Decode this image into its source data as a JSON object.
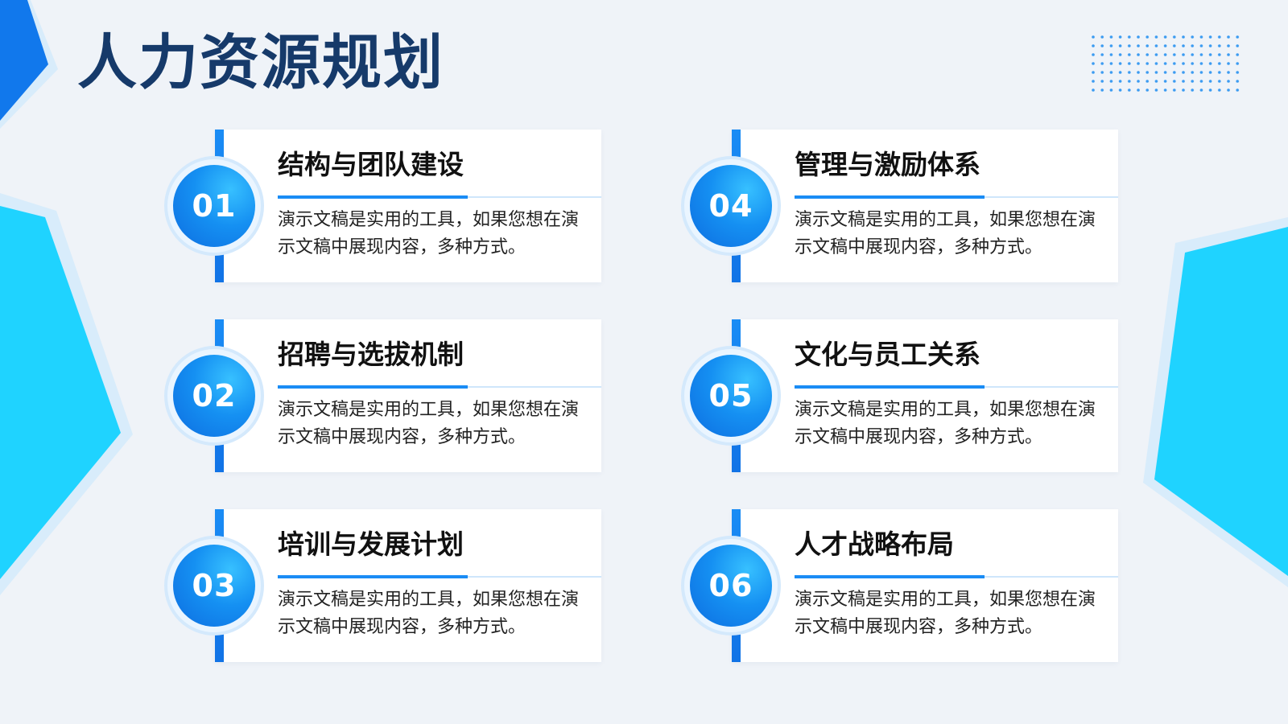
{
  "page": {
    "title": "人力资源规划",
    "colors": {
      "title": "#163a6a",
      "accent": "#1a8cf5",
      "cyan": "#1fd3ff",
      "background": "#eff3f8"
    }
  },
  "items": [
    {
      "number": "01",
      "title": "结构与团队建设",
      "description": "演示文稿是实用的工具，如果您想在演示文稿中展现内容，多种方式。"
    },
    {
      "number": "02",
      "title": "招聘与选拔机制",
      "description": "演示文稿是实用的工具，如果您想在演示文稿中展现内容，多种方式。"
    },
    {
      "number": "03",
      "title": "培训与发展计划",
      "description": "演示文稿是实用的工具，如果您想在演示文稿中展现内容，多种方式。"
    },
    {
      "number": "04",
      "title": "管理与激励体系",
      "description": "演示文稿是实用的工具，如果您想在演示文稿中展现内容，多种方式。"
    },
    {
      "number": "05",
      "title": "文化与员工关系",
      "description": "演示文稿是实用的工具，如果您想在演示文稿中展现内容，多种方式。"
    },
    {
      "number": "06",
      "title": "人才战略布局",
      "description": "演示文稿是实用的工具，如果您想在演示文稿中展现内容，多种方式。"
    }
  ]
}
